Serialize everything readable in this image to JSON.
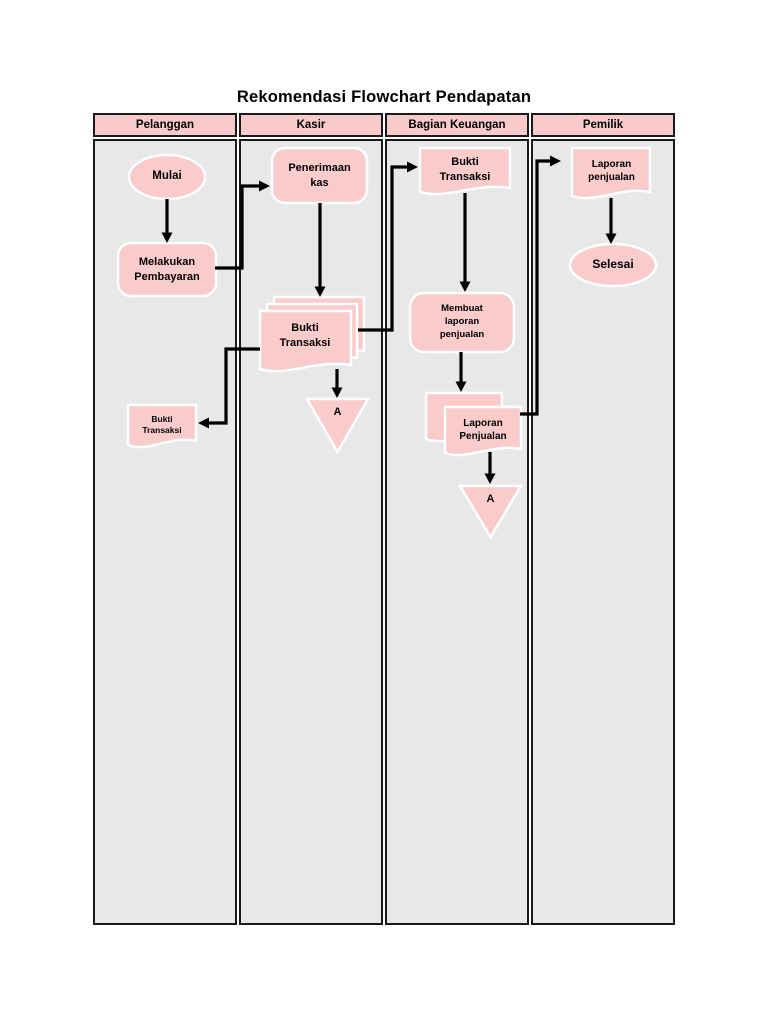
{
  "title": "Rekomendasi Flowchart Pendapatan",
  "lanes": [
    {
      "label": "Pelanggan",
      "nodes": [
        {
          "id": "mulai",
          "label": "Mulai",
          "shape": "terminator"
        },
        {
          "id": "melakukan_pembayaran",
          "label": "Melakukan Pembayaran",
          "shape": "process"
        },
        {
          "id": "bukti_transaksi_pelanggan",
          "label": "Bukti Transaksi",
          "shape": "document"
        }
      ]
    },
    {
      "label": "Kasir",
      "nodes": [
        {
          "id": "penerimaan_kas",
          "label": "Penerimaan kas",
          "shape": "process"
        },
        {
          "id": "bukti_transaksi_kasir",
          "label": "Bukti Transaksi",
          "shape": "multi-document"
        },
        {
          "id": "offpage_a_kasir",
          "label": "A",
          "shape": "offpage-connector"
        }
      ]
    },
    {
      "label": "Bagian Keuangan",
      "nodes": [
        {
          "id": "bukti_transaksi_keuangan",
          "label": "Bukti Transaksi",
          "shape": "document"
        },
        {
          "id": "membuat_laporan_penjualan",
          "label": "Membuat laporan penjualan",
          "shape": "process"
        },
        {
          "id": "laporan_penjualan_keuangan",
          "label": "Laporan Penjualan",
          "shape": "multi-document"
        },
        {
          "id": "offpage_a_keuangan",
          "label": "A",
          "shape": "offpage-connector"
        }
      ]
    },
    {
      "label": "Pemilik",
      "nodes": [
        {
          "id": "laporan_penjualan_pemilik",
          "label": "Laporan penjualan",
          "shape": "document"
        },
        {
          "id": "selesai",
          "label": "Selesai",
          "shape": "terminator"
        }
      ]
    }
  ],
  "edges": [
    {
      "from": "mulai",
      "to": "melakukan_pembayaran"
    },
    {
      "from": "melakukan_pembayaran",
      "to": "penerimaan_kas"
    },
    {
      "from": "penerimaan_kas",
      "to": "bukti_transaksi_kasir"
    },
    {
      "from": "bukti_transaksi_kasir",
      "to": "bukti_transaksi_pelanggan"
    },
    {
      "from": "bukti_transaksi_kasir",
      "to": "offpage_a_kasir"
    },
    {
      "from": "bukti_transaksi_kasir",
      "to": "bukti_transaksi_keuangan"
    },
    {
      "from": "bukti_transaksi_keuangan",
      "to": "membuat_laporan_penjualan"
    },
    {
      "from": "membuat_laporan_penjualan",
      "to": "laporan_penjualan_keuangan"
    },
    {
      "from": "laporan_penjualan_keuangan",
      "to": "offpage_a_keuangan"
    },
    {
      "from": "laporan_penjualan_keuangan",
      "to": "laporan_penjualan_pemilik"
    },
    {
      "from": "laporan_penjualan_pemilik",
      "to": "selesai"
    }
  ],
  "colors": {
    "page_bg": "#ffffff",
    "lane_fill": "#e8e8e8",
    "header_fill": "#f8caca",
    "shape_fill": "#f9cbcb",
    "shape_stroke": "#ffffff",
    "border": "#1a1a1a",
    "connector": "#000000",
    "text": "#000000"
  }
}
